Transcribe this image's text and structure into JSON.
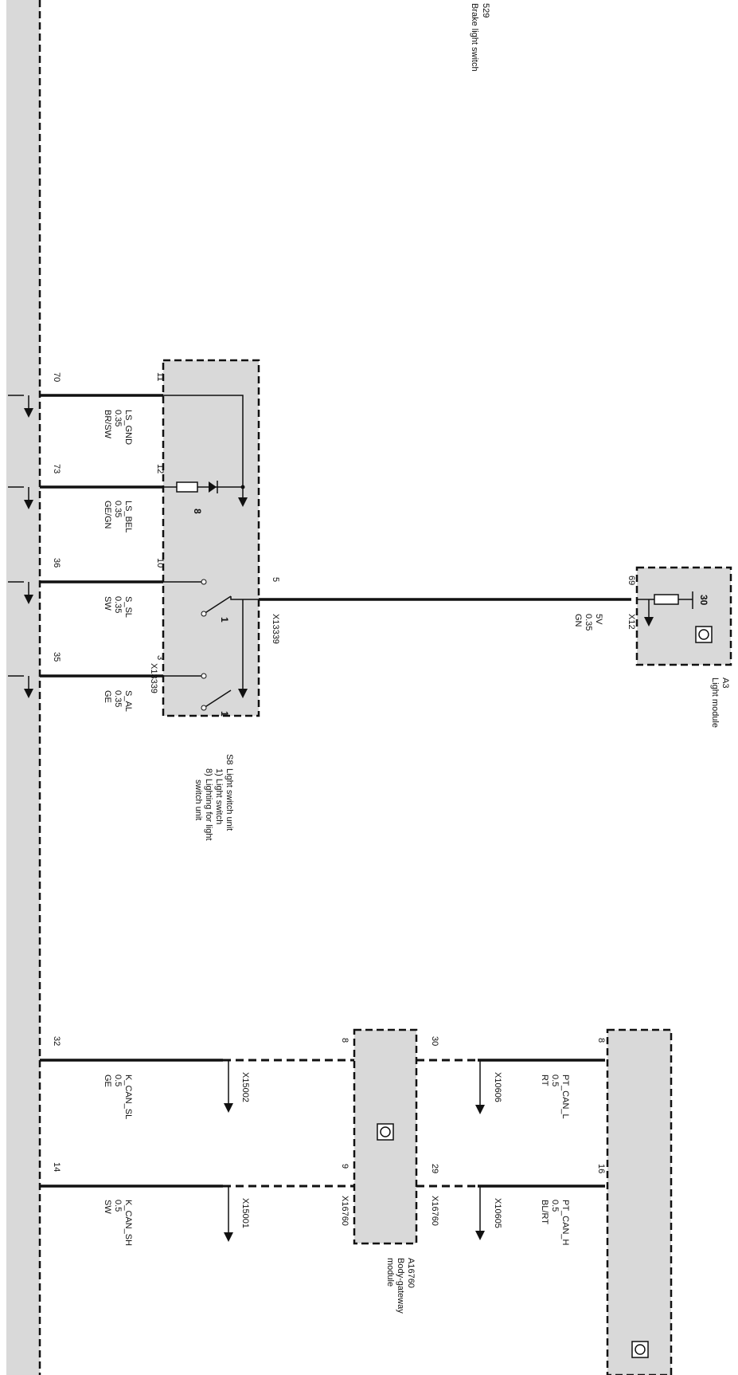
{
  "colors": {
    "module_fill": "#d9d9d9",
    "line": "#111111",
    "background": "#ffffff"
  },
  "top": {
    "id": "529",
    "label": "Brake light switch"
  },
  "light_module": {
    "id": "A3",
    "name": "Light module",
    "connector": "X12",
    "pin": "69",
    "internal": "30"
  },
  "switch_unit": {
    "id": "S8",
    "lines": [
      "Light switch unit",
      "1) Light switch",
      "8) Lighting for light",
      "switch unit"
    ],
    "connector": "X13339",
    "pin_out": "5",
    "symbol_1a": "1",
    "symbol_1b": "1",
    "symbol_8": "8"
  },
  "gateway": {
    "id": "A16760",
    "name_lines": [
      "Body-gateway",
      "module"
    ],
    "connector": "X16760"
  },
  "wires_switch": [
    {
      "sw_pin": "11",
      "main_pin": "70",
      "signal": "LS_GND",
      "size": "0.35",
      "color": "BR/SW"
    },
    {
      "sw_pin": "12",
      "main_pin": "73",
      "signal": "LS_BEL",
      "size": "0.35",
      "color": "GE/GN"
    },
    {
      "sw_pin": "10",
      "main_pin": "36",
      "signal": "S_SL",
      "size": "0.35",
      "color": "SW"
    },
    {
      "sw_pin": "3",
      "main_pin": "35",
      "signal": "S_AL",
      "size": "0.35",
      "color": "GE"
    }
  ],
  "wire_5v": {
    "signal": "5V",
    "size": "0.35",
    "color": "GN"
  },
  "k_can": [
    {
      "main_pin": "32",
      "gw_pin": "8",
      "signal": "K_CAN_SL",
      "size": "0.5",
      "color": "GE",
      "splice": "X15002"
    },
    {
      "main_pin": "14",
      "gw_pin": "9",
      "signal": "K_CAN_SH",
      "size": "0.5",
      "color": "SW",
      "splice": "X15001"
    }
  ],
  "pt_can": [
    {
      "gw_pin": "30",
      "right_pin": "8",
      "signal": "PT_CAN_L",
      "size": "0.5",
      "color": "RT",
      "splice": "X10606"
    },
    {
      "gw_pin": "29",
      "right_pin": "16",
      "signal": "PT_CAN_H",
      "size": "0.5",
      "color": "BL/RT",
      "splice": "X10605"
    }
  ]
}
